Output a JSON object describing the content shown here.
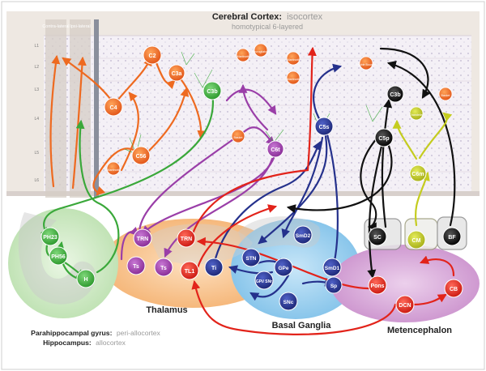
{
  "header": {
    "title_bold": "Cerebral Cortex:",
    "title_light": "isocortex",
    "subtitle": "homotypical 6-layered"
  },
  "columns": {
    "contralateral": "Contra-lateral",
    "ipsilateral": "Ipsi-lateral"
  },
  "layers": [
    "L1",
    "L2",
    "L3",
    "L4",
    "L5",
    "L6"
  ],
  "regions": {
    "thalamus": "Thalamus",
    "basal_ganglia": "Basal Ganglia",
    "metencephalon": "Metencephalon",
    "hippo_line1_bold": "Parahippocampal gyrus:",
    "hippo_line1_light": "peri-allocortex",
    "hippo_line2_bold": "Hippocampus:",
    "hippo_line2_light": "allocortex"
  },
  "cortex_nodes": {
    "c2": "C2",
    "c3a": "C3a",
    "c3b_green": "C3b",
    "c4": "C4",
    "c56": "C56",
    "c5s": "C5s",
    "c6t": "C6t",
    "c3b_black": "C3b",
    "c5p": "C5p",
    "c6m": "C6m"
  },
  "interneurons": {
    "martinotti": "Martinotti",
    "neurogliaform": "Neurogliaform",
    "basket": "Basket",
    "double_bouquet": "Double Bouquet",
    "chandelier": "Chandelier"
  },
  "hippo_nodes": {
    "ph23": "PH23",
    "ph56": "PH56",
    "h": "H"
  },
  "thalamus_nodes": {
    "trn_purple": "TRN",
    "trn_red": "TRN",
    "ts_left": "Ts",
    "ts_right": "Ts",
    "tl1": "TL1",
    "ti": "Ti"
  },
  "bg_nodes": {
    "stn": "STN",
    "smd2": "SmD2",
    "gpe": "GPe",
    "gpi": "GPi/\nSNr",
    "smd1": "SmD1",
    "snc": "SNc",
    "sp": "Sp"
  },
  "neuromod_nodes": {
    "sc": "SC",
    "cm": "CM",
    "bf": "BF"
  },
  "meten_nodes": {
    "pons": "Pons",
    "dcn": "DCN",
    "cb": "CB"
  },
  "colors": {
    "orange": "#ee6a20",
    "purple": "#9a3ea8",
    "navy": "#25318c",
    "red": "#e2231a",
    "green": "#3aa83a",
    "olive": "#c4cc1f",
    "black": "#111111",
    "thalamus_bg": "#f7c79a",
    "bg_bg": "#9fd0ef",
    "meten_bg": "#dcb2dc",
    "hippo_bg": "#cfe9c6"
  }
}
